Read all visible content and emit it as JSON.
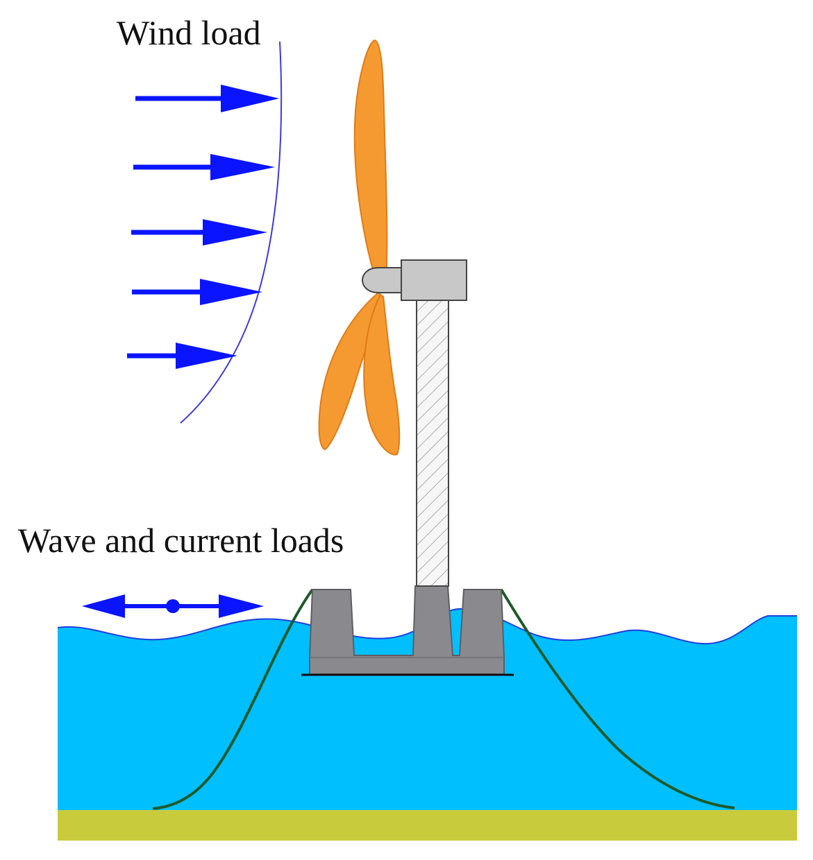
{
  "labels": {
    "wind_load": "Wind load",
    "wave_current_loads": "Wave and current loads"
  },
  "colors": {
    "water": "#00bfff",
    "water_surface": "#1f3fe0",
    "seabed": "#c8cc3c",
    "arrow": "#0a14ff",
    "wind_profile": "#3a3ae0",
    "blade": "#f59a30",
    "blade_edge": "#e07a18",
    "tower_fill": "#f4f4f4",
    "nacelle": "#c8c8c8",
    "platform": "#8a8a8e",
    "mooring": "#1e5a2a"
  },
  "icons": {
    "wind_arrows": "right-arrow",
    "wave_arrow": "double-headed-arrow"
  }
}
